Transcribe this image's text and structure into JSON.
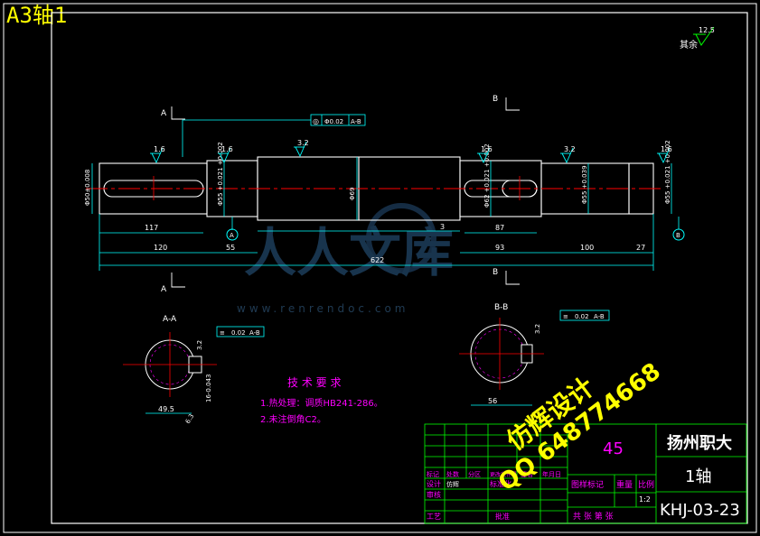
{
  "page": {
    "title": "A3轴1"
  },
  "roughness": {
    "default_value": "12.5",
    "default_label": "其余"
  },
  "section_labels": {
    "a": "A",
    "b": "B",
    "a_section": "A-A",
    "b_section": "B-B"
  },
  "datums": {
    "a": "A",
    "b": "B"
  },
  "tolerance_frame": {
    "symbol": "◎",
    "value": "Φ0.02",
    "datum": "A-B"
  },
  "fits": {
    "left_end": "Φ50±0.008",
    "left_journal": "Φ55 +0.021 +0.002",
    "collar": "Φ69",
    "right_journal": "Φ62 +0.021 +0.002",
    "right_shoulder": "Φ55 +0.039",
    "right_end": "Φ55 +0.021 +0.002"
  },
  "surface_roughness": {
    "r1": "1.6",
    "r2": "1.6",
    "r3": "3.2",
    "r4": "1.6",
    "r5": "3.2",
    "r6": "1.6"
  },
  "dimensions": {
    "d117": "117",
    "d120": "120",
    "d55": "55",
    "d3": "3",
    "d87": "87",
    "d93": "93",
    "d100": "100",
    "d27": "27",
    "d622": "622"
  },
  "sections": {
    "aa_frame": {
      "symbol": "≡",
      "value": "0.02",
      "datum": "A-B"
    },
    "aa_roughness": "3.2",
    "aa_width": "16-0.043",
    "aa_depth": "49.5",
    "aa_bottom": "6.3",
    "bb_frame": {
      "symbol": "≡",
      "value": "0.02",
      "datum": "A-B"
    },
    "bb_roughness": "3.2",
    "bb_depth": "56"
  },
  "tech_requirements": {
    "heading": "技 术 要 求",
    "line1": "1.热处理：调质HB241-286。",
    "line2": "2.未注倒角C2。"
  },
  "watermark": {
    "chars": "人人文库",
    "url": "www.renrendoc.com",
    "sig_text": "仿辉设计",
    "qq_text": "QQ 648774668"
  },
  "title_block": {
    "material": "45",
    "school": "扬州职大",
    "part_name": "1轴",
    "drawing_no": "KHJ-03-23",
    "scale_label": "比例",
    "weight_label": "重量",
    "stage_label": "图样标记",
    "scale_value": "1:2",
    "sheet_text": "共   张  第   张",
    "rev_headers": [
      "标记",
      "处数",
      "分区",
      "更改文件号",
      "签名",
      "年月日"
    ],
    "row_labels": [
      "设计",
      "标准化",
      "审核",
      "工艺",
      "批准"
    ],
    "sign_text": "仿辉"
  }
}
